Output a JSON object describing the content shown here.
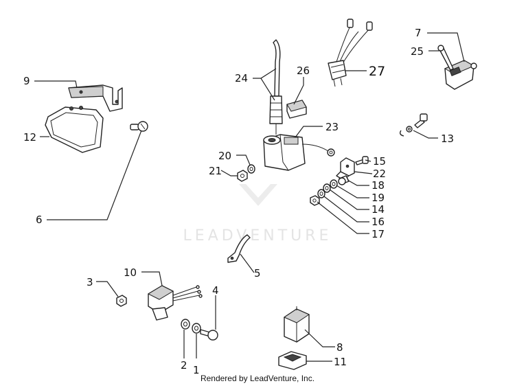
{
  "watermark": {
    "text": "LEADVENTURE"
  },
  "footer": {
    "text": "Rendered by LeadVenture, Inc."
  },
  "callouts": {
    "c1": "1",
    "c2": "2",
    "c3": "3",
    "c4": "4",
    "c5": "5",
    "c6": "6",
    "c7": "7",
    "c8": "8",
    "c9": "9",
    "c10": "10",
    "c11": "11",
    "c12": "12",
    "c13": "13",
    "c14": "14",
    "c15": "15",
    "c16": "16",
    "c17": "17",
    "c18": "18",
    "c19": "19",
    "c20": "20",
    "c21": "21",
    "c22": "22",
    "c23": "23",
    "c24": "24",
    "c25": "25",
    "c26": "26",
    "c27": "27"
  }
}
